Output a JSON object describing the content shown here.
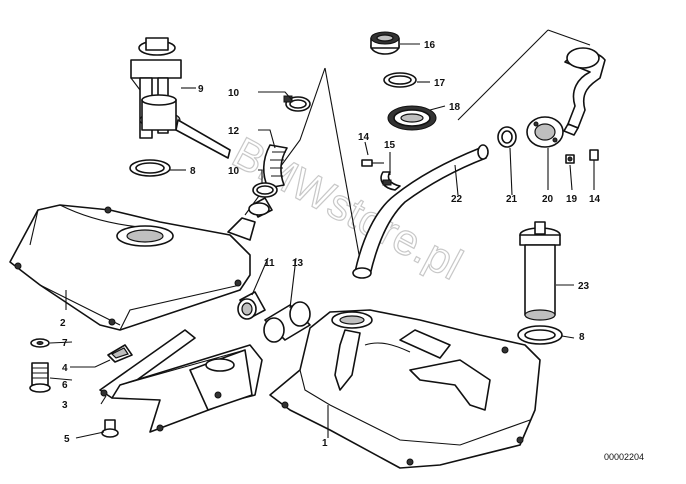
{
  "diagram": {
    "watermark": "BMWstore.pl",
    "drawing_number": "00002204",
    "callouts": [
      {
        "id": "c1",
        "text": "1"
      },
      {
        "id": "c2",
        "text": "2"
      },
      {
        "id": "c3",
        "text": "3"
      },
      {
        "id": "c4",
        "text": "4"
      },
      {
        "id": "c5",
        "text": "5"
      },
      {
        "id": "c6",
        "text": "6"
      },
      {
        "id": "c7",
        "text": "7"
      },
      {
        "id": "c8a",
        "text": "8"
      },
      {
        "id": "c8b",
        "text": "8"
      },
      {
        "id": "c9",
        "text": "9"
      },
      {
        "id": "c10a",
        "text": "10"
      },
      {
        "id": "c10b",
        "text": "10"
      },
      {
        "id": "c11",
        "text": "11"
      },
      {
        "id": "c12",
        "text": "12"
      },
      {
        "id": "c13",
        "text": "13"
      },
      {
        "id": "c14a",
        "text": "14"
      },
      {
        "id": "c14b",
        "text": "14"
      },
      {
        "id": "c15",
        "text": "15"
      },
      {
        "id": "c16",
        "text": "16"
      },
      {
        "id": "c17",
        "text": "17"
      },
      {
        "id": "c18",
        "text": "18"
      },
      {
        "id": "c19",
        "text": "19"
      },
      {
        "id": "c20",
        "text": "20"
      },
      {
        "id": "c21",
        "text": "21"
      },
      {
        "id": "c22",
        "text": "22"
      },
      {
        "id": "c23",
        "text": "23"
      }
    ]
  }
}
